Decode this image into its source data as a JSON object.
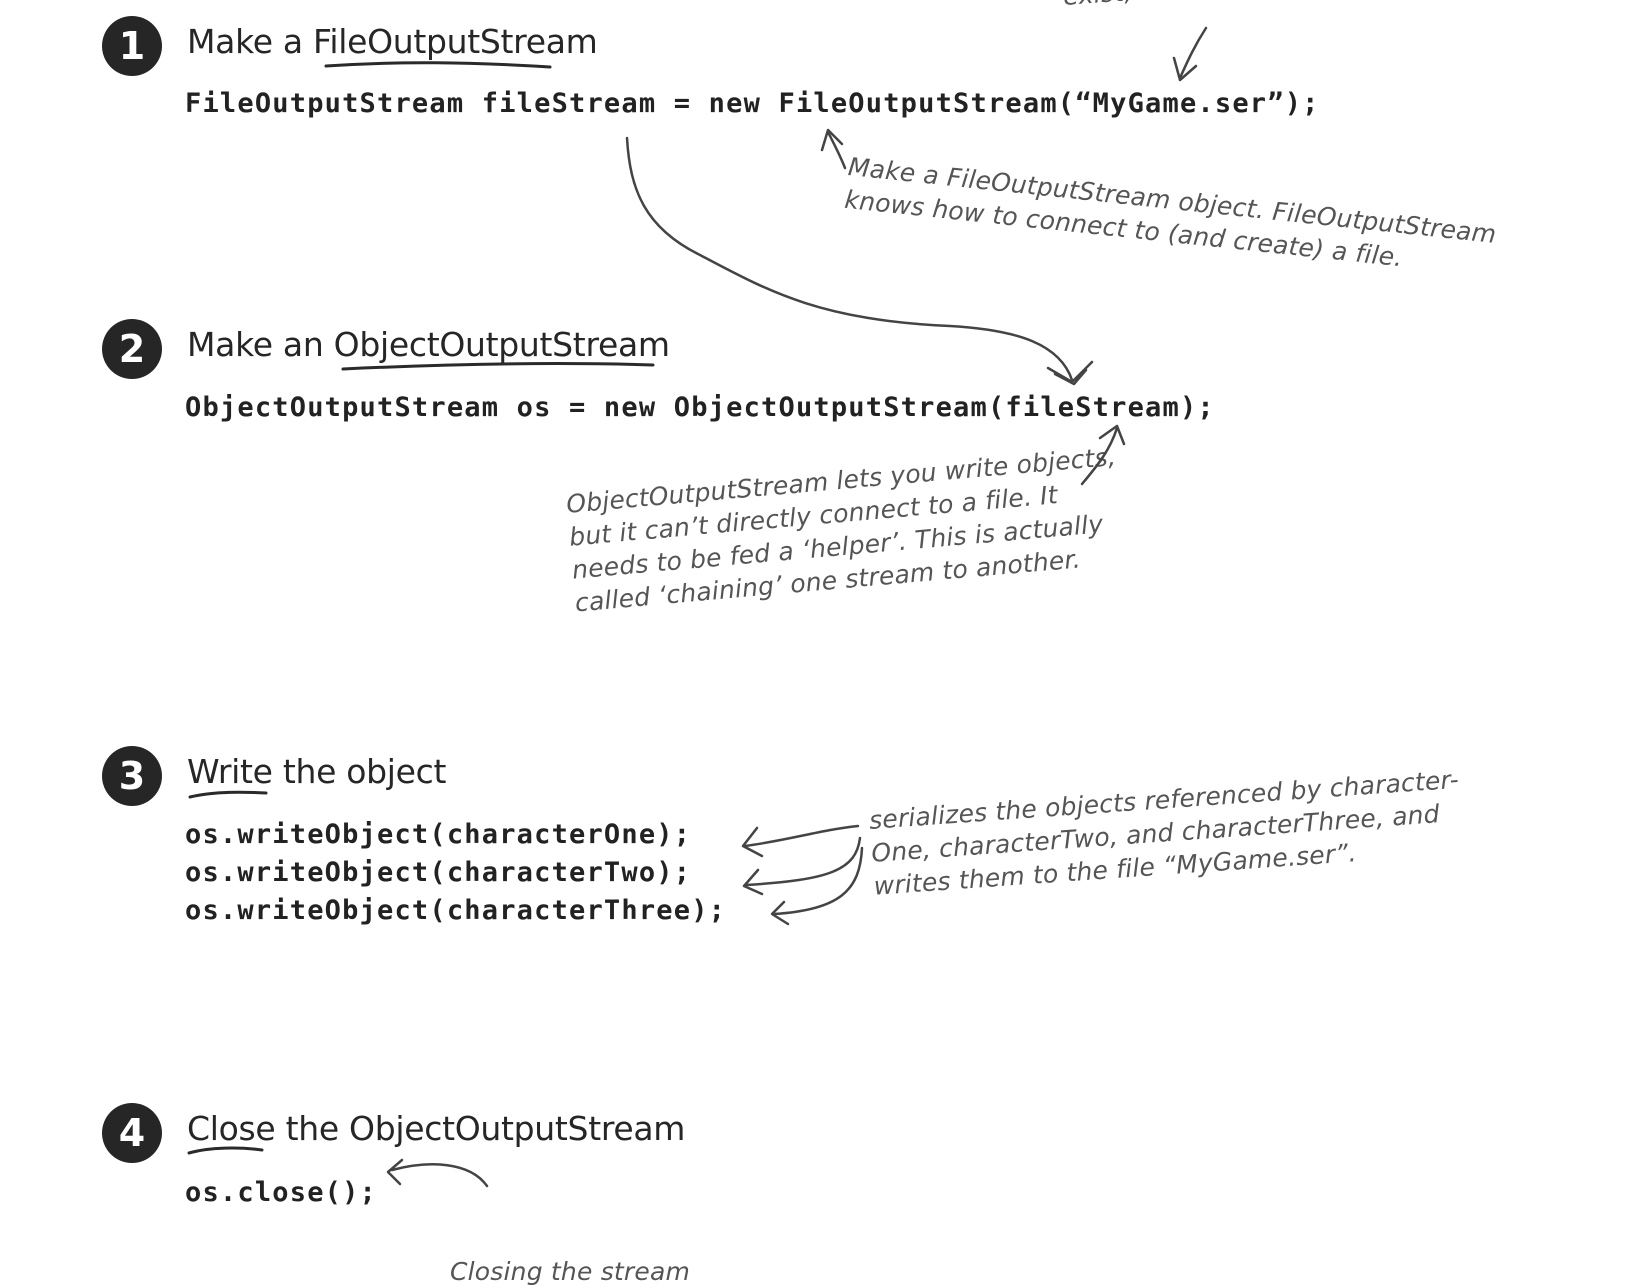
{
  "steps": [
    {
      "number": "1",
      "heading_pre": "Make a ",
      "heading_main": "FileOutputStream",
      "heading_post": "",
      "code": [
        "FileOutputStream fileStream = new FileOutputStream(“MyGame.ser”);"
      ]
    },
    {
      "number": "2",
      "heading_pre": "Make an ",
      "heading_main": "ObjectOutputStream",
      "heading_post": "",
      "code": [
        "ObjectOutputStream os = new ObjectOutputStream(fileStream);"
      ]
    },
    {
      "number": "3",
      "heading_pre": "",
      "heading_main": "Write",
      "heading_post": " the object",
      "code": [
        "os.writeObject(characterOne);",
        "os.writeObject(characterTwo);",
        "os.writeObject(characterThree);"
      ]
    },
    {
      "number": "4",
      "heading_pre": "",
      "heading_main": "Close",
      "heading_post": " the ObjectOutputStream",
      "code": [
        "os.close();"
      ]
    }
  ],
  "notes": {
    "top_cut": "exist, it will be",
    "file_stream": [
      "Make a FileOutputStream object. FileOutputStream",
      "knows how to connect to (and create) a file."
    ],
    "object_stream": [
      "ObjectOutputStream lets you write objects,",
      "but it can’t directly connect to a file. It",
      "needs to be fed a ‘helper’. This is actually",
      "called ‘chaining’ one stream to another."
    ],
    "serializes": [
      "serializes the objects referenced by character-",
      "One, characterTwo, and characterThree, and",
      "writes them to the file “MyGame.ser”."
    ],
    "bottom_cut": "Closing the stream"
  }
}
